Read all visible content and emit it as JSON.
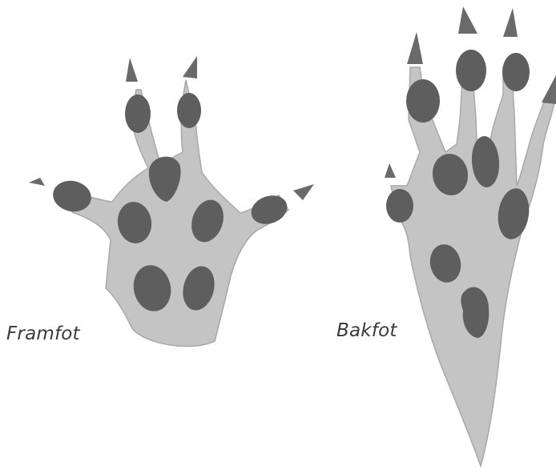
{
  "figure": {
    "labels": {
      "front_foot": "Framfot",
      "hind_foot": "Bakfot"
    },
    "colors": {
      "foot_fill": "#c4c4c4",
      "foot_outline": "#a8a8a8",
      "pad": "#5e5e5e",
      "claw": "#6a6a6a",
      "background": "#ffffff",
      "label": "#3a3a3a"
    },
    "counts": {
      "front_foot_toes": 4,
      "hind_foot_toes": 5
    }
  }
}
